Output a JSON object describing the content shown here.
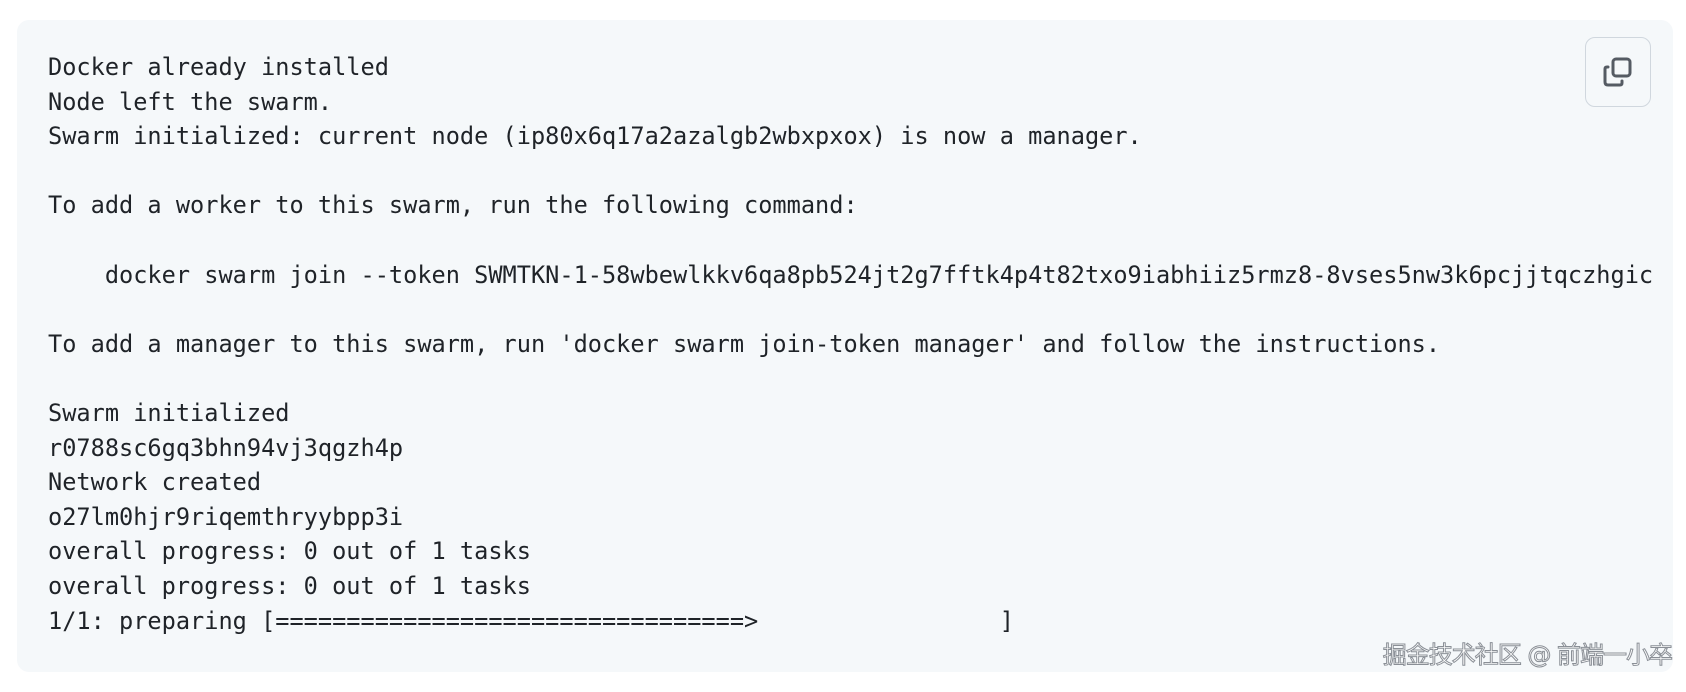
{
  "code_block": {
    "lines": [
      "Docker already installed",
      "Node left the swarm.",
      "Swarm initialized: current node (ip80x6q17a2azalgb2wbxpxox) is now a manager.",
      "",
      "To add a worker to this swarm, run the following command:",
      "",
      "    docker swarm join --token SWMTKN-1-58wbewlkkv6qa8pb524jt2g7fftk4p4t82txo9iabhiiz5rmz8-8vses5nw3k6pcjjtqczhgic",
      "",
      "To add a manager to this swarm, run 'docker swarm join-token manager' and follow the instructions.",
      "",
      "Swarm initialized",
      "r0788sc6gq3bhn94vj3qgzh4p",
      "Network created",
      "o27lm0hjr9riqemthryybpp3i",
      "overall progress: 0 out of 1 tasks",
      "overall progress: 0 out of 1 tasks",
      "1/1: preparing [=================================>                 ]"
    ],
    "copy_icon": "copy-icon"
  },
  "watermark": "掘金技术社区 @ 前端一小卒"
}
